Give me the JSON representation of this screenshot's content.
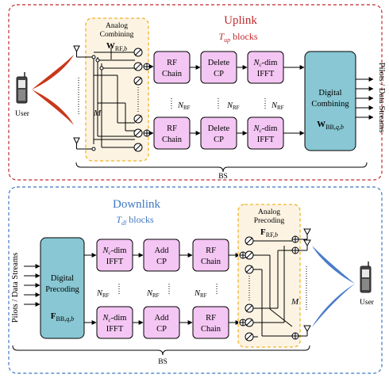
{
  "colors": {
    "uplink": "#c0282d",
    "downlink": "#3f78c2",
    "rf_block": "#f4c6f3",
    "digital_block": "#88c7d3",
    "analog_region": "#fcf3e3",
    "analog_border": "#f2b327",
    "beam_up": "#c8381a",
    "beam_down": "#4a7cc9"
  },
  "uplink": {
    "title": "Uplink",
    "blocks_sym": "T",
    "blocks_sub": "up",
    "blocks_word": " blocks",
    "analog_title": "Analog",
    "analog_title2": "Combining",
    "analog_sym": "W",
    "analog_sub": "RF,",
    "analog_subb": "b",
    "rf_chain_1": "RF",
    "rf_chain_2": "Chain",
    "delete_cp_1": "Delete",
    "delete_cp_2": "CP",
    "ifft_n": "N",
    "ifft_sub": "c",
    "ifft_rest": "-dim",
    "ifft_2": "IFFT",
    "nrf": "N",
    "nrf_sub": "RF",
    "digital_1": "Digital",
    "digital_2": "Combining",
    "digital_sym": "W",
    "digital_sub": "BB,",
    "digital_subqb": "q,b",
    "output_label": "Pilots / Data Streams",
    "antenna_count": "M",
    "user_label": "User",
    "bs_label": "BS"
  },
  "downlink": {
    "title": "Downlink",
    "blocks_sym": "T",
    "blocks_sub": "dl",
    "blocks_word": " blocks",
    "input_label": "Pilots / Data Streams",
    "digital_1": "Digital",
    "digital_2": "Precoding",
    "digital_sym": "F",
    "digital_sub": "BB,",
    "digital_subqb": "q,b",
    "ifft_n": "N",
    "ifft_sub": "c",
    "ifft_rest": "-dim",
    "ifft_2": "IFFT",
    "add_cp_1": "Add",
    "add_cp_2": "CP",
    "rf_chain_1": "RF",
    "rf_chain_2": "Chain",
    "nrf": "N",
    "nrf_sub": "RF",
    "analog_title": "Analog",
    "analog_title2": "Precoding",
    "analog_sym": "F",
    "analog_sub": "RF,",
    "analog_subb": "b",
    "antenna_count": "M",
    "user_label": "User",
    "bs_label": "BS"
  }
}
